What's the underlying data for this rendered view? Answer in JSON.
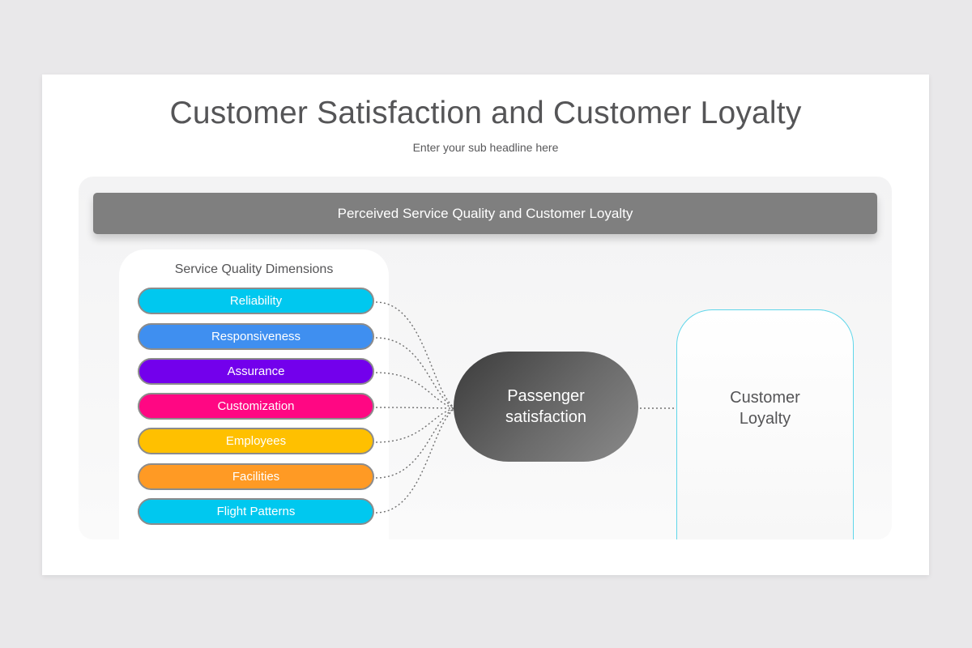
{
  "slide": {
    "title": "Customer Satisfaction and Customer Loyalty",
    "subtitle": "Enter your sub headline here"
  },
  "banner": {
    "text": "Perceived Service Quality and Customer Loyalty"
  },
  "dimensions": {
    "heading": "Service Quality Dimensions",
    "items": [
      {
        "label": "Reliability",
        "color": "#00c8ef"
      },
      {
        "label": "Responsiveness",
        "color": "#3f8ff0"
      },
      {
        "label": "Assurance",
        "color": "#7300ec"
      },
      {
        "label": "Customization",
        "color": "#ff0783"
      },
      {
        "label": "Employees",
        "color": "#ffc000"
      },
      {
        "label": "Facilities",
        "color": "#ff9a24"
      },
      {
        "label": "Flight Patterns",
        "color": "#00c8ef"
      }
    ]
  },
  "hub": {
    "line1": "Passenger",
    "line2": "satisfaction"
  },
  "outcome": {
    "line1": "Customer",
    "line2": "Loyalty",
    "border_color": "#5fd6ea"
  },
  "connector_color": "#707070"
}
